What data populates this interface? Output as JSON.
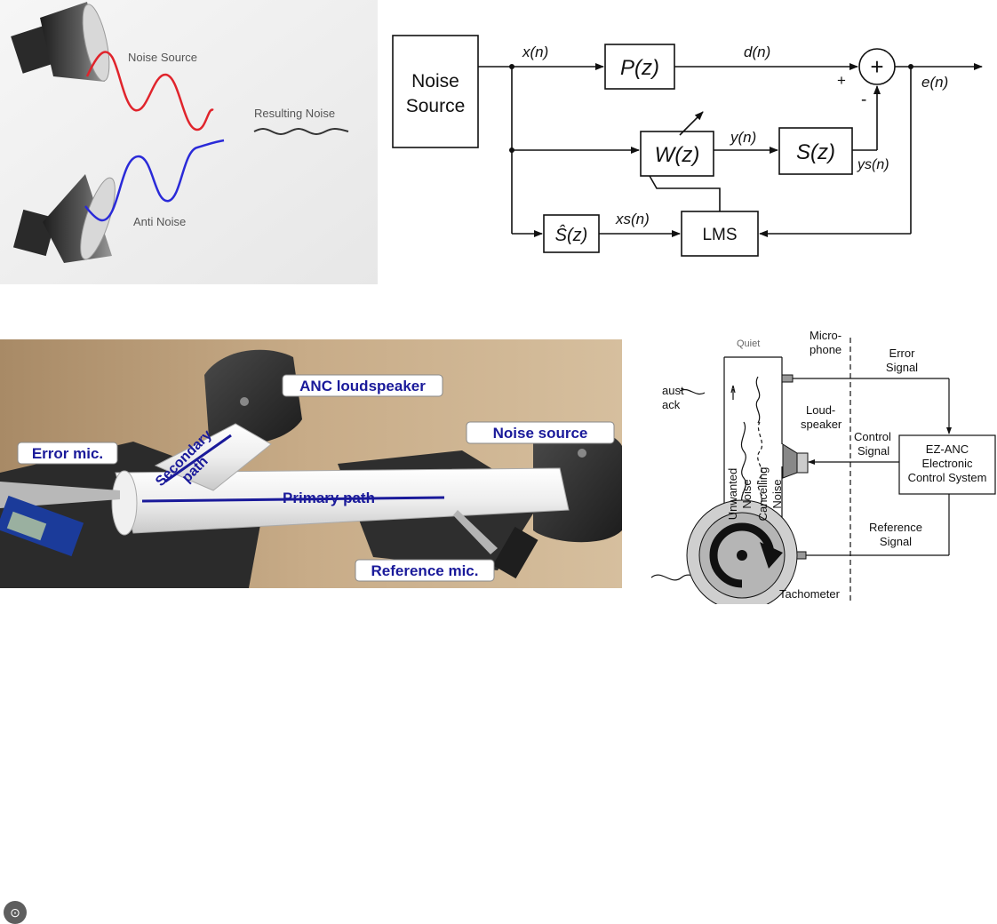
{
  "panel_concept": {
    "noise_source_label": "Noise Source",
    "anti_noise_label": "Anti Noise",
    "resulting_noise_label": "Resulting Noise",
    "colors": {
      "noise_wave": "#e0242c",
      "anti_wave": "#2a2ad8",
      "result_wave": "#333333"
    }
  },
  "panel_block": {
    "noise_source_line1": "Noise",
    "noise_source_line2": "Source",
    "x_label": "x(n)",
    "p_label": "P(z)",
    "d_label": "d(n)",
    "sum_symbol": "+",
    "plus_label": "+",
    "minus_label": "-",
    "e_label": "e(n)",
    "w_label": "W(z)",
    "y_label": "y(n)",
    "s_label": "S(z)",
    "ys_label": "ys(n)",
    "shat_label": "Ŝ(z)",
    "xs_label": "xs(n)",
    "lms_label": "LMS"
  },
  "panel_photo": {
    "anc_loudspeaker_label": "ANC loudspeaker",
    "noise_source_label": "Noise source",
    "error_mic_label": "Error mic.",
    "secondary_path_line1": "Secondary",
    "secondary_path_line2": "path",
    "primary_path_label": "Primary path",
    "reference_mic_label": "Reference mic.",
    "lens_icon": "lens-search-icon",
    "colors": {
      "label_text": "#1a1a9a",
      "path_line": "#1a1a9a"
    }
  },
  "panel_duct": {
    "quiet_label": "Quiet",
    "exhaust_line1": "aust",
    "exhaust_line2": "ack",
    "microphone_line1": "Micro-",
    "microphone_line2": "phone",
    "error_signal_line1": "Error",
    "error_signal_line2": "Signal",
    "loudspeaker_line1": "Loud-",
    "loudspeaker_line2": "speaker",
    "control_signal_line1": "Control",
    "control_signal_line2": "Signal",
    "ez_anc_line1": "EZ-ANC",
    "ez_anc_line2": "Electronic",
    "ez_anc_line3": "Control System",
    "unwanted_noise_line1": "Unwanted",
    "unwanted_noise_line2": "Noise",
    "cancelling_noise_line1": "Cancelling",
    "cancelling_noise_line2": "Noise",
    "reference_signal_line1": "Reference",
    "reference_signal_line2": "Signal",
    "tachometer_label": "Tachometer"
  }
}
